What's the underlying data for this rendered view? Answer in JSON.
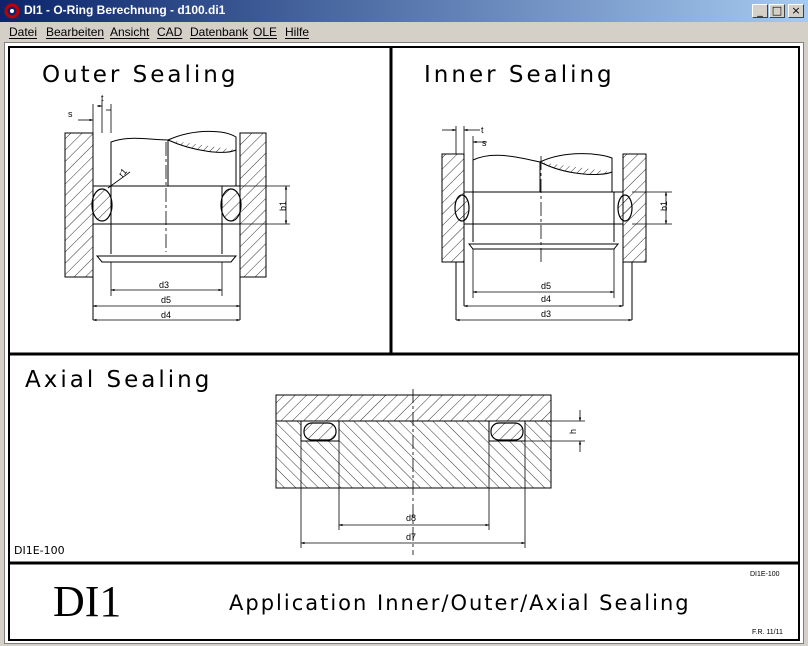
{
  "window": {
    "title": "DI1 - O-Ring Berechnung  -  d100.di1",
    "minimize_symbol": "_",
    "maximize_symbol": "□",
    "close_symbol": "×",
    "app_icon": "o-ring-icon"
  },
  "menu": [
    "Datei",
    "Bearbeiten",
    "Ansicht",
    "CAD",
    "Datenbank",
    "OLE",
    "Hilfe"
  ],
  "drawing": {
    "outer": {
      "title": "Outer Sealing",
      "s": "s",
      "t": "t",
      "r": "r1",
      "b": "b1",
      "d3": "d3",
      "d5": "d5",
      "d4": "d4"
    },
    "inner": {
      "title": "Inner Sealing",
      "t": "t",
      "s": "s",
      "b": "b1",
      "d5": "d5",
      "d4": "d4",
      "d3": "d3"
    },
    "axial": {
      "title": "Axial Sealing",
      "h": "h",
      "d8": "d8",
      "d7": "d7",
      "code": "DI1E-100"
    },
    "titleblock": {
      "logo": "DI1",
      "caption": "Application Inner/Outer/Axial Sealing",
      "code": "DI1E-100",
      "author": "F.R. 11/11"
    }
  }
}
